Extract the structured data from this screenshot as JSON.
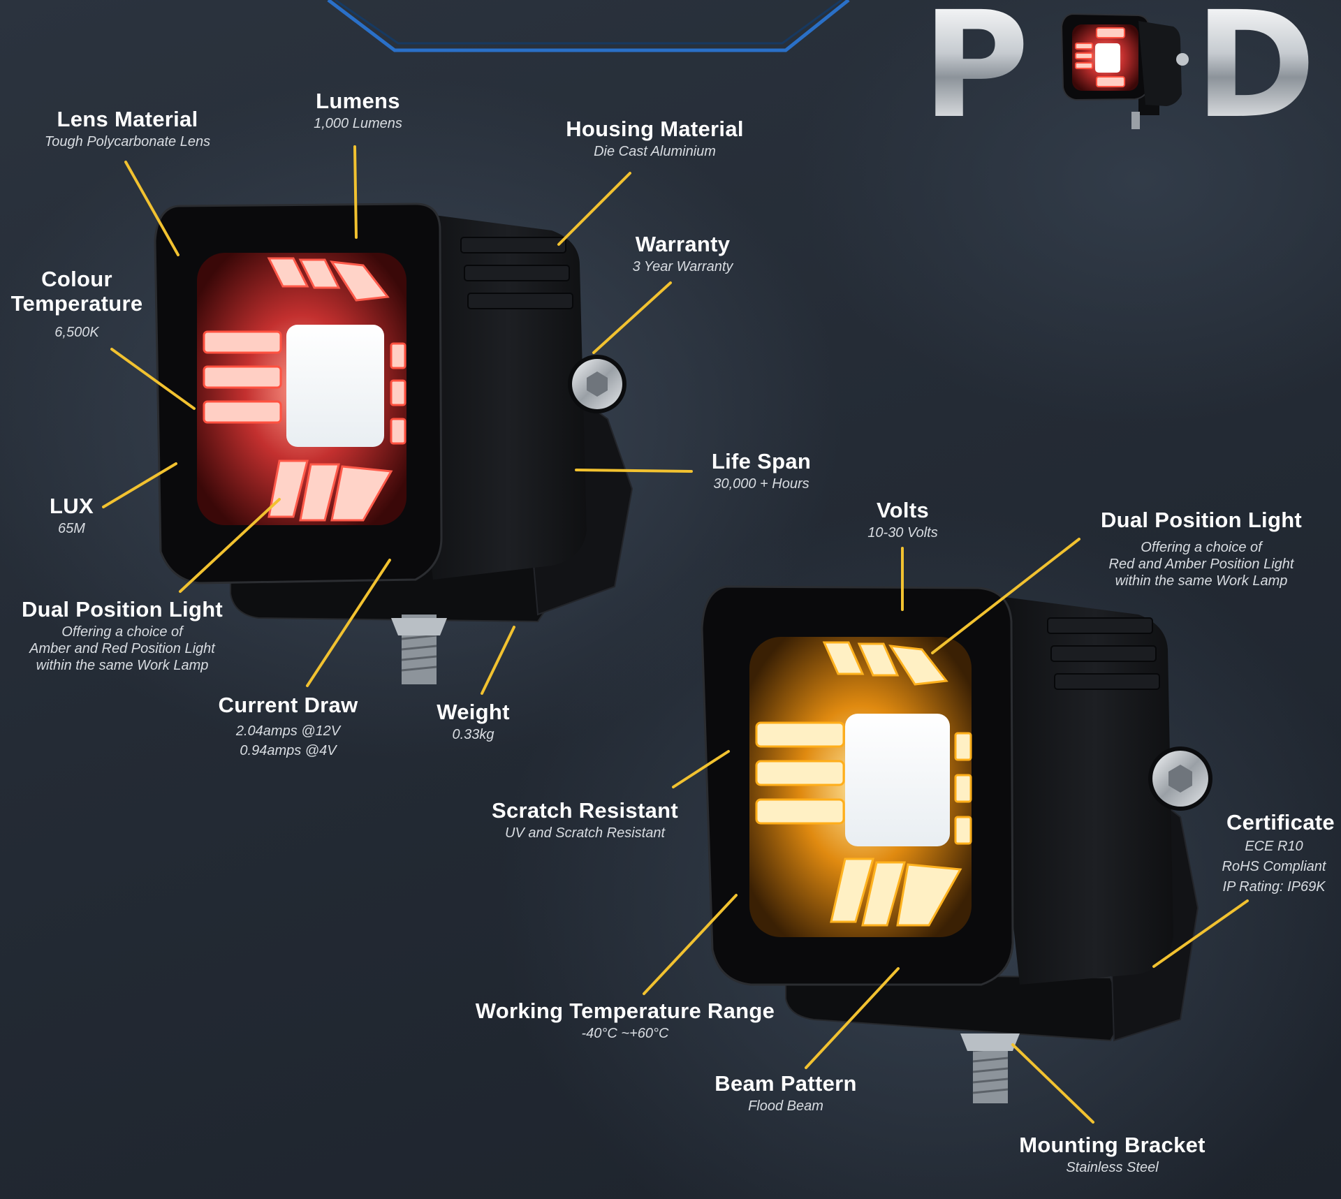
{
  "logo": {
    "letter_left": "P",
    "letter_right": "D"
  },
  "labels": {
    "lens_material": {
      "title": "Lens Material",
      "value": "Tough Polycarbonate Lens"
    },
    "lumens": {
      "title": "Lumens",
      "value": "1,000 Lumens"
    },
    "housing_material": {
      "title": "Housing Material",
      "value": "Die Cast Aluminium"
    },
    "colour_temperature": {
      "title": "Colour\nTemperature",
      "value": "6,500K"
    },
    "warranty": {
      "title": "Warranty",
      "value": "3 Year Warranty"
    },
    "life_span": {
      "title": "Life Span",
      "value": "30,000 + Hours"
    },
    "lux": {
      "title": "LUX",
      "value": "65M"
    },
    "dual_position_left": {
      "title": "Dual Position Light",
      "value": "Offering a choice of\nAmber and Red Position Light\nwithin the same Work Lamp"
    },
    "current_draw": {
      "title": "Current Draw",
      "value": "2.04amps @12V\n0.94amps @4V"
    },
    "weight": {
      "title": "Weight",
      "value": "0.33kg"
    },
    "volts": {
      "title": "Volts",
      "value": "10-30 Volts"
    },
    "dual_position_right": {
      "title": "Dual Position Light",
      "value": "Offering a choice of\nRed and Amber Position Light\nwithin the same Work Lamp"
    },
    "scratch_resistant": {
      "title": "Scratch Resistant",
      "value": "UV and Scratch Resistant"
    },
    "certificate": {
      "title": "Certificate",
      "value": "ECE R10\nRoHS Compliant\nIP Rating: IP69K"
    },
    "working_temperature": {
      "title": "Working Temperature Range",
      "value": "-40°C ~+60°C"
    },
    "beam_pattern": {
      "title": "Beam Pattern",
      "value": "Flood Beam"
    },
    "mounting_bracket": {
      "title": "Mounting Bracket",
      "value": "Stainless Steel"
    }
  },
  "colors": {
    "leader_line": "#f2c230",
    "red_glow": "#ff3a3a",
    "amber_glow": "#ffb01f",
    "housing": "#141518",
    "top_accent": "#2a7be0"
  }
}
